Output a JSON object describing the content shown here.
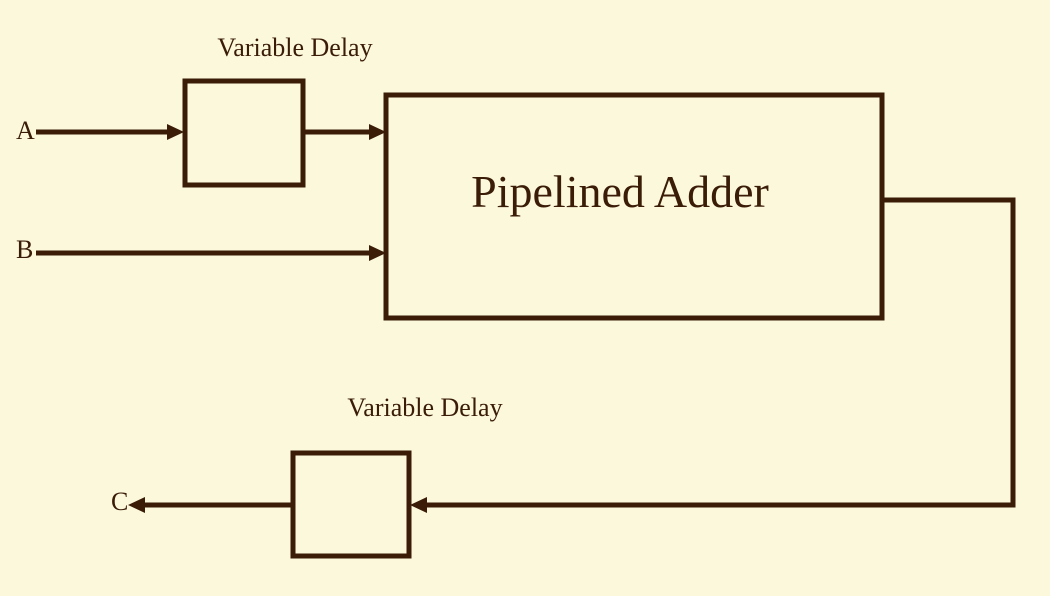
{
  "diagram": {
    "inputs": {
      "a_label": "A",
      "b_label": "B"
    },
    "output": {
      "c_label": "C"
    },
    "blocks": {
      "top_delay_label": "Variable Delay",
      "adder_label": "Pipelined Adder",
      "bottom_delay_label": "Variable Delay"
    },
    "colors": {
      "ink": "#3a1c07",
      "background": "#fbf8dc"
    }
  }
}
